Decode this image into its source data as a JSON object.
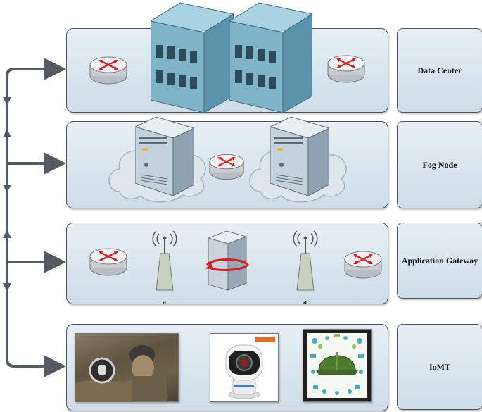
{
  "layers": [
    {
      "id": "data-center",
      "label": "Data Center"
    },
    {
      "id": "fog-node",
      "label": "Fog Node"
    },
    {
      "id": "application-gateway",
      "label": "Application Gateway"
    },
    {
      "id": "iomt",
      "label": "IoMT"
    }
  ],
  "antenna_labels": [
    "a",
    "a"
  ],
  "icons": [
    "router-icon",
    "building-icon",
    "server-icon",
    "cloud-icon",
    "antenna-icon",
    "firewall-icon",
    "soldier-photo",
    "camera-photo",
    "smart-helmet-photo"
  ],
  "colors": {
    "arrow": "#555a60",
    "panel": "#dbe6ee",
    "building": "#7fb3c8",
    "router_arrow": "#d42020"
  }
}
